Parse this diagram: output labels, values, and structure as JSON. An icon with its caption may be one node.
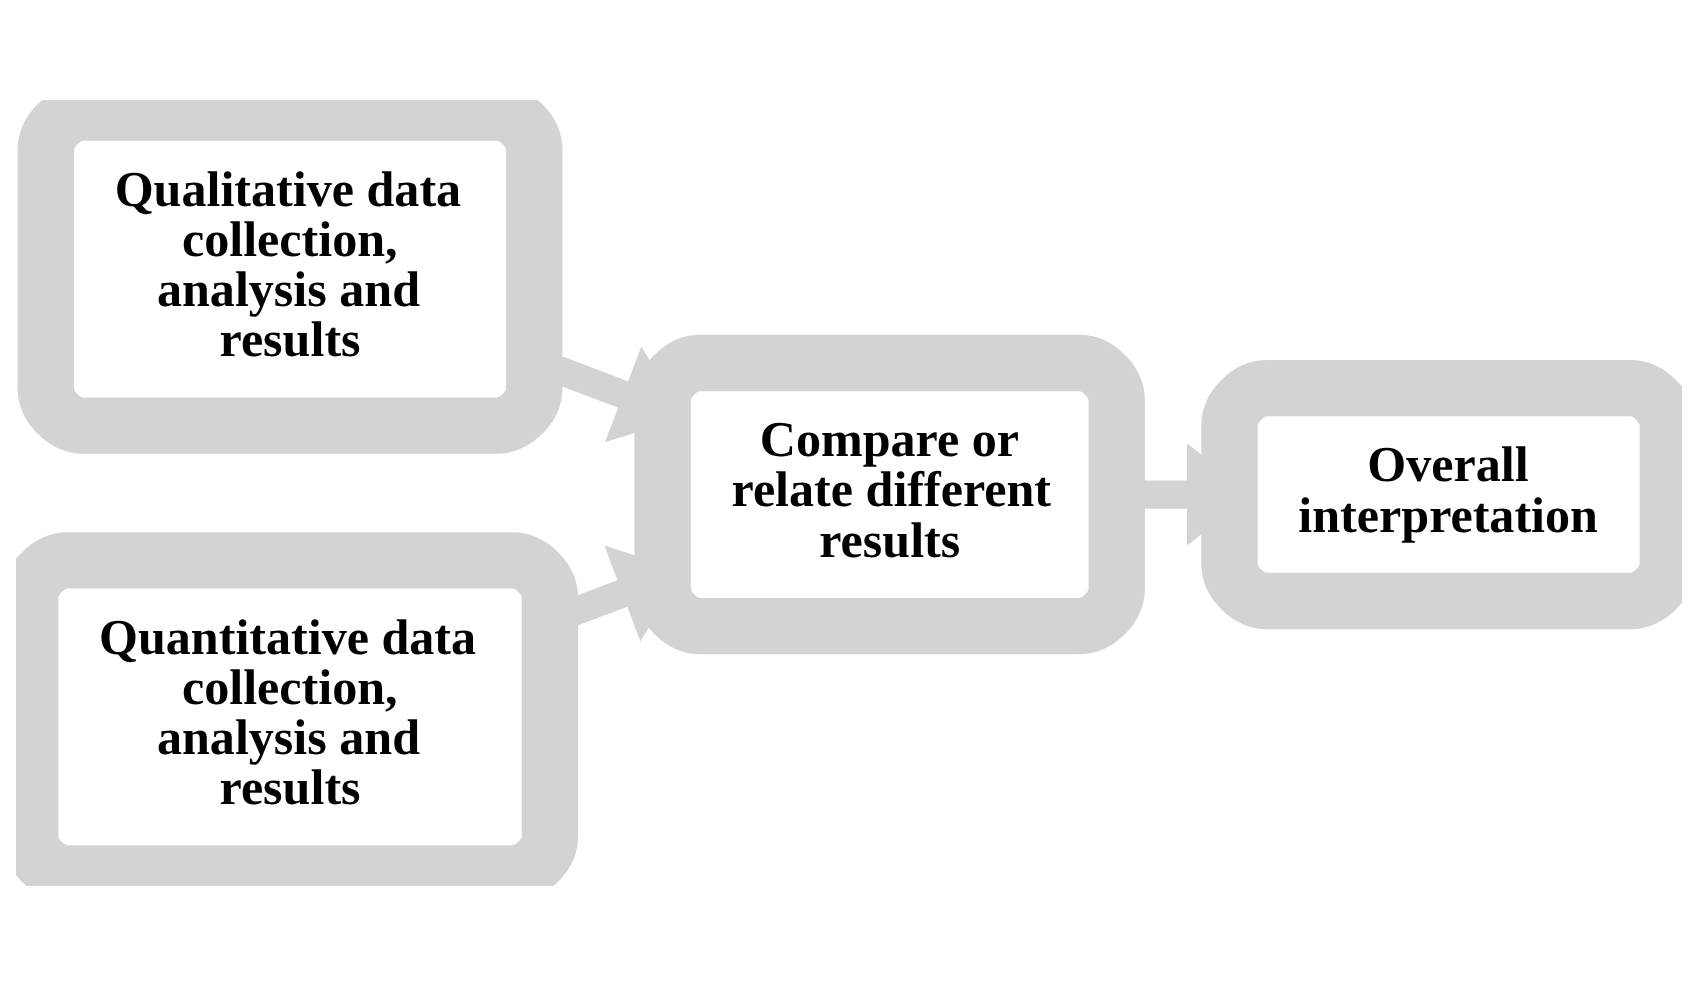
{
  "diagram": {
    "nodes": [
      {
        "text": [
          "Qualitative data collection, analysis and results"
        ]
      },
      {
        "text": [
          "Quantitative data collection, analysis and results"
        ]
      },
      {
        "text": [
          "Compare or relate different results"
        ]
      },
      {
        "text": [
          "Overall interpretation"
        ]
      }
    ],
    "edges": [
      {
        "from": 0,
        "to": 2,
        "arrow": "to"
      },
      {
        "from": 1,
        "to": 2,
        "arrow": "to"
      },
      {
        "from": 2,
        "to": 3,
        "arrow": "to"
      }
    ]
  }
}
